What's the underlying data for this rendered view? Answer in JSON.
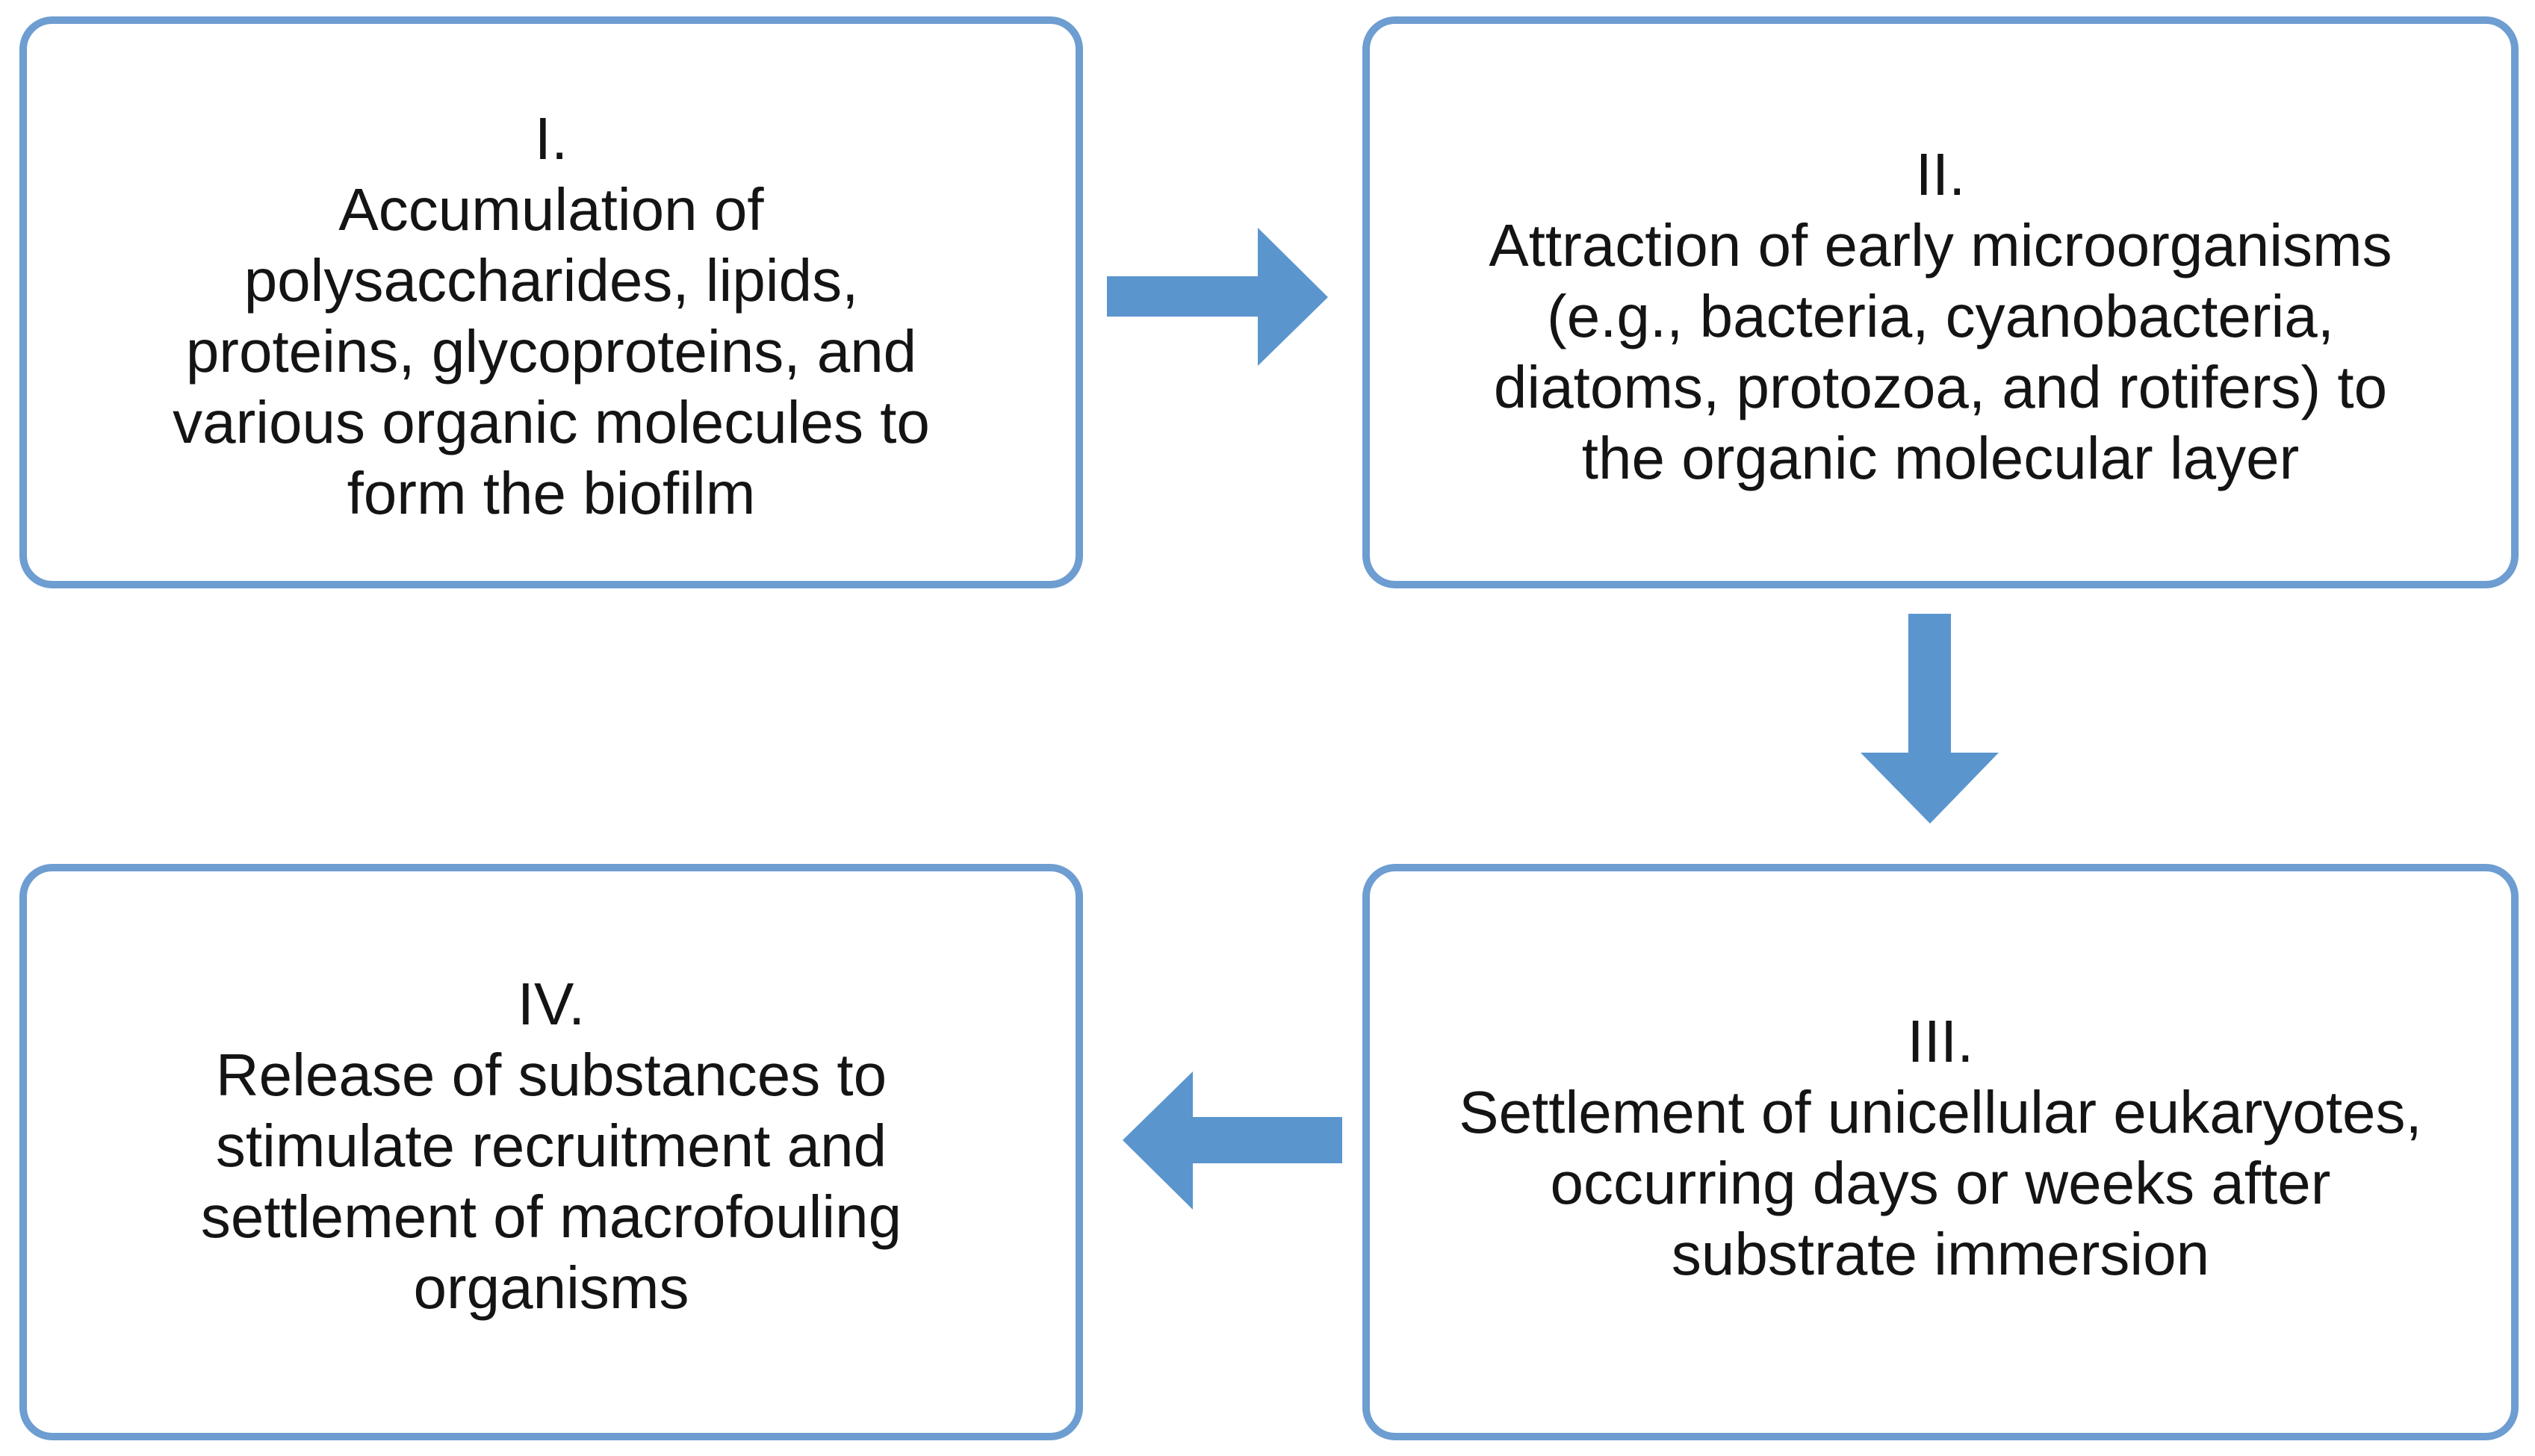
{
  "diagram": {
    "arrow_color": "#5b95ce",
    "box_border_color": "#6d9dd1",
    "steps": [
      {
        "numeral": "I.",
        "text": "Accumulation of\npolysaccharides, lipids,\nproteins, glycoproteins, and\nvarious organic molecules to\nform the biofilm"
      },
      {
        "numeral": "II.",
        "text": "Attraction of early microorganisms\n(e.g., bacteria, cyanobacteria,\ndiatoms, protozoa, and rotifers) to\nthe organic molecular layer"
      },
      {
        "numeral": "III.",
        "text": "Settlement of unicellular eukaryotes,\noccurring days or weeks after\nsubstrate immersion"
      },
      {
        "numeral": "IV.",
        "text": "Release of substances to\nstimulate recruitment and\nsettlement of macrofouling\norganisms"
      }
    ]
  }
}
